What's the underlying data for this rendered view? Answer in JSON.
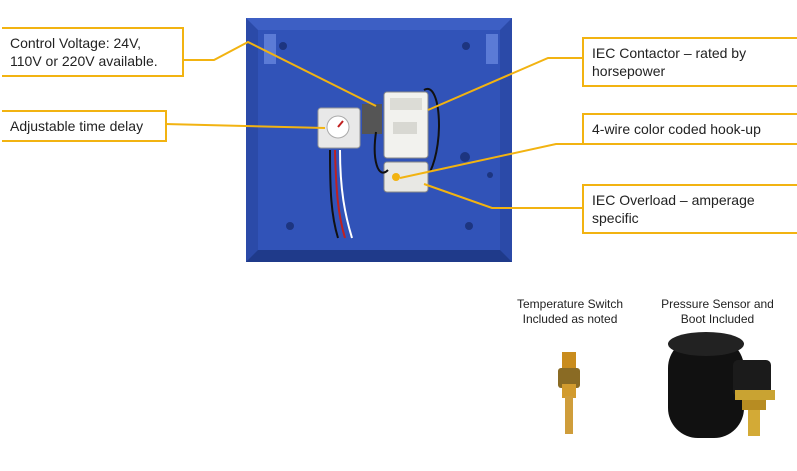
{
  "callouts_left": {
    "control_voltage": "Control Voltage: 24V, 110V or 220V available.",
    "time_delay": "Adjustable time delay"
  },
  "callouts_right": {
    "contactor": "IEC Contactor – rated by horsepower",
    "four_wire": "4-wire color coded hook-up",
    "overload": "IEC Overload – amperage specific"
  },
  "products": {
    "temp_switch": "Temperature Switch Included as noted",
    "pressure_sensor": "Pressure Sensor and Boot Included"
  },
  "colors": {
    "accent": "#f2b311",
    "enclosure_blue": "#2e4fb0"
  }
}
